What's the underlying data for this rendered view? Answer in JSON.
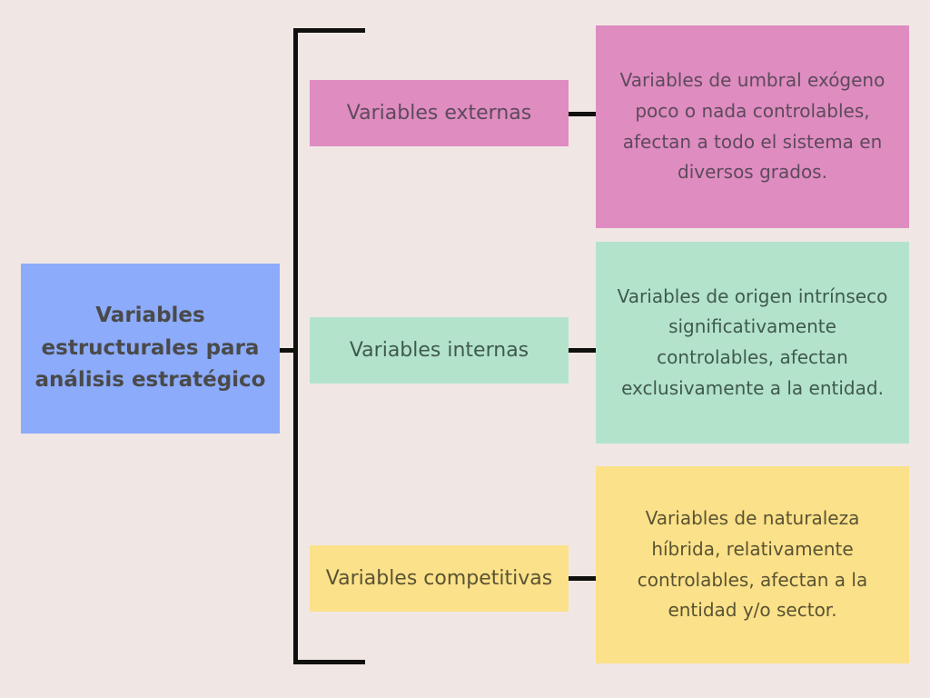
{
  "diagram": {
    "title": "Variables estructurales para análisis estratégico",
    "background_color": "#f0e7e4",
    "connector_color": "#10100f",
    "root": {
      "label": "Variables estructurales para análisis estratégico",
      "color": "#8cabfb",
      "text_color": "#4a4a4a"
    },
    "branches": [
      {
        "label": "Variables externas",
        "description": "Variables de umbral exógeno poco o nada controlables, afectan a todo el sistema en diversos grados.",
        "color": "#df8cc0",
        "text_color": "#5d4a5c"
      },
      {
        "label": "Variables internas",
        "description": "Variables de origen intrínseco significativamente controlables, afectan exclusivamente a la entidad.",
        "color": "#b4e3cc",
        "text_color": "#3f5a4d"
      },
      {
        "label": "Variables competitivas",
        "description": "Variables de naturaleza híbrida, relativamente controlables, afectan a la entidad y/o sector.",
        "color": "#fbe189",
        "text_color": "#5a5333"
      }
    ]
  }
}
